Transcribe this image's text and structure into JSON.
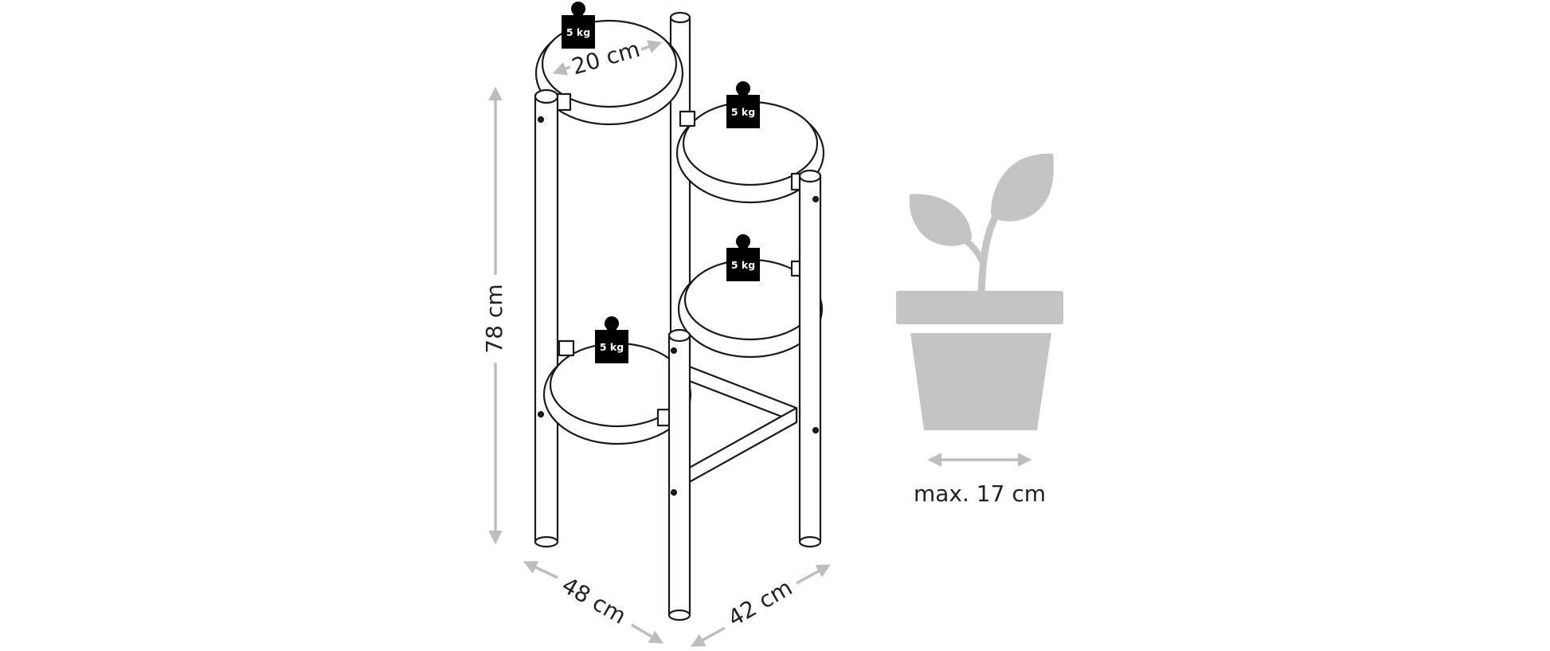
{
  "dimensions": {
    "height": "78 cm",
    "depth": "48 cm",
    "width": "42 cm",
    "tray_diameter": "20 cm",
    "max_pot": "max. 17 cm"
  },
  "trays": [
    {
      "load": "5 kg"
    },
    {
      "load": "5 kg"
    },
    {
      "load": "5 kg"
    },
    {
      "load": "5 kg"
    }
  ],
  "colors": {
    "line": "#1a1a1a",
    "arrow": "#bdbdbd",
    "pot": "#c4c4c4",
    "weight": "#000000",
    "background": "#ffffff"
  },
  "icons": {
    "weight": "weight-icon",
    "pot": "plant-pot-icon",
    "arrow": "double-arrow-icon"
  }
}
